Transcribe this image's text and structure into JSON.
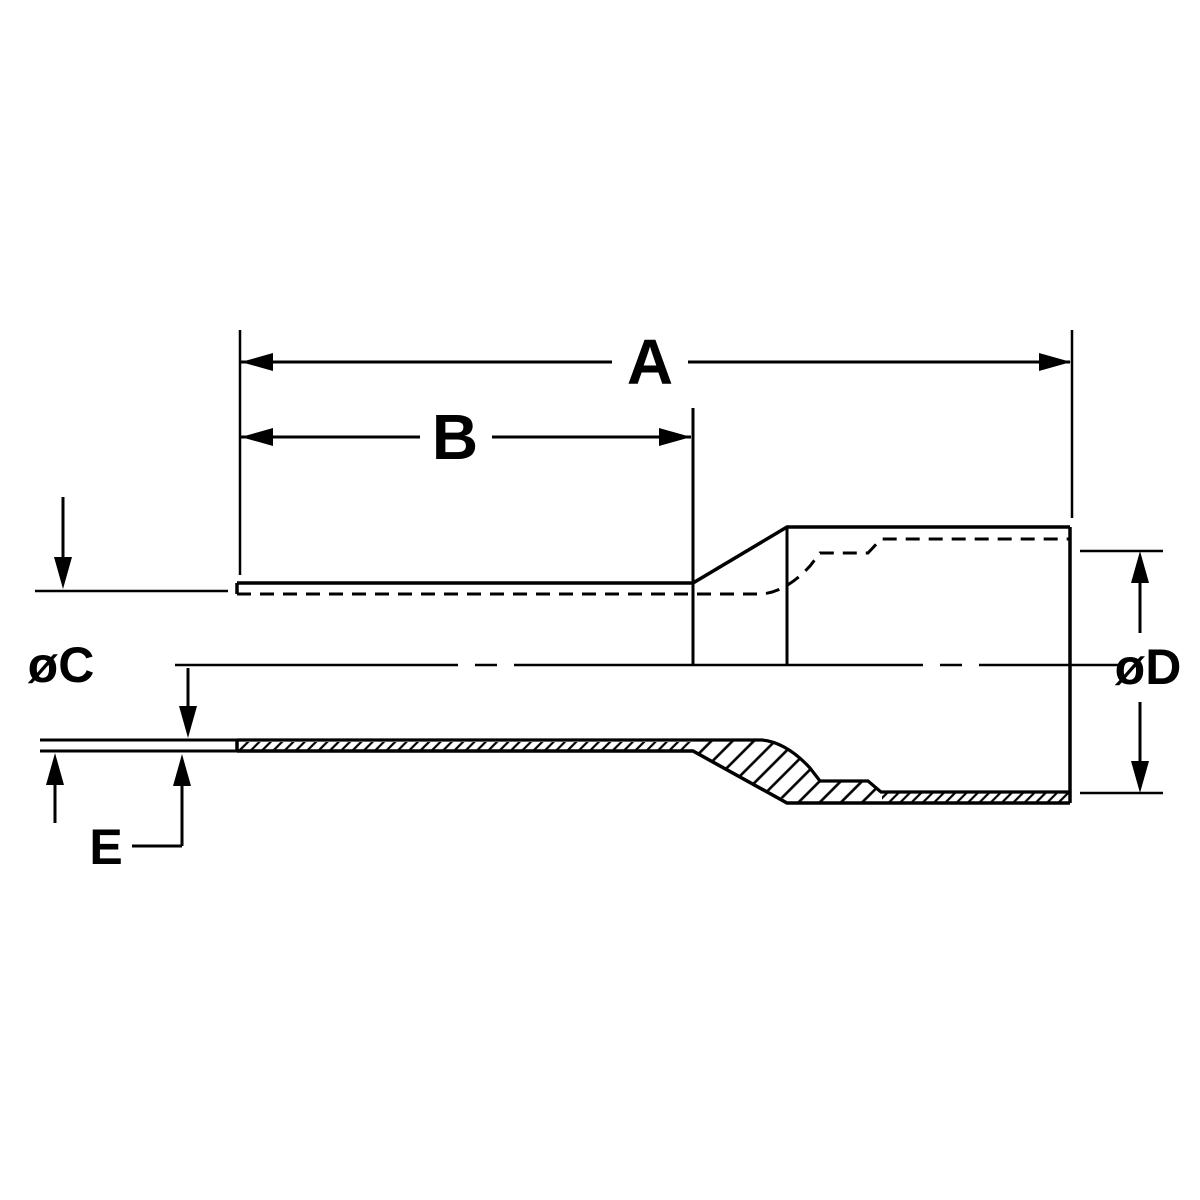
{
  "diagram": {
    "background_color": "#ffffff",
    "line_color": "#000000",
    "dimension_labels": {
      "overall_length": "A",
      "barrel_length": "B",
      "barrel_diameter": "øC",
      "sleeve_diameter": "øD",
      "wall_thickness": "E"
    }
  }
}
